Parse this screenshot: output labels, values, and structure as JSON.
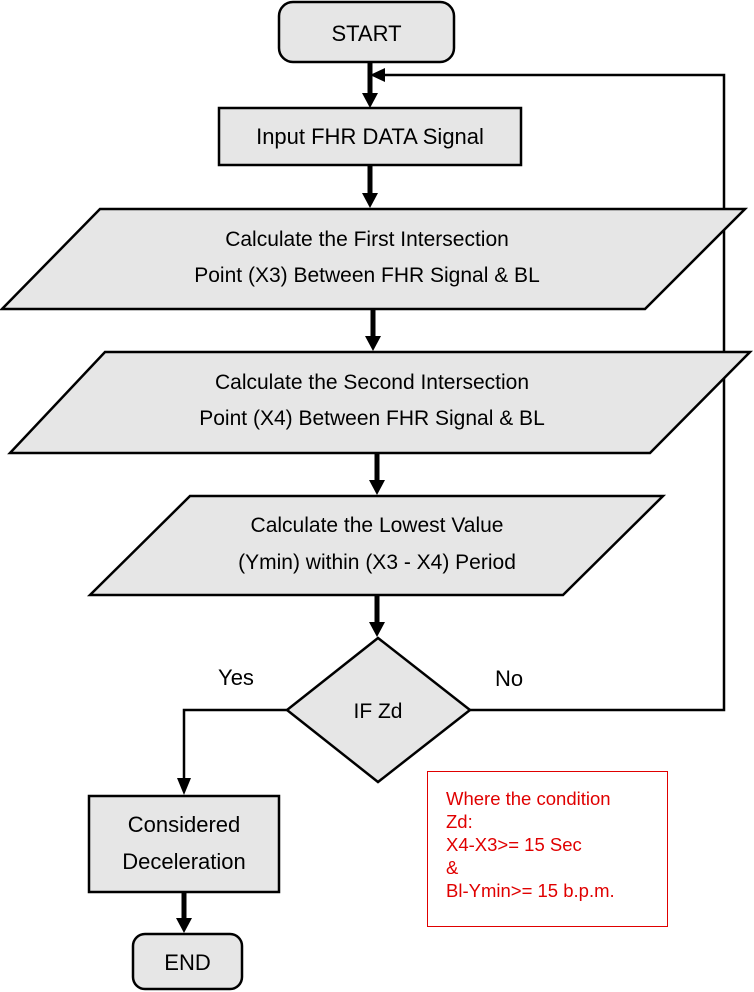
{
  "nodes": {
    "start": "START",
    "input": "Input FHR DATA Signal",
    "first_intersection": [
      "Calculate the First Intersection",
      "Point (X3) Between FHR Signal & BL"
    ],
    "second_intersection": [
      "Calculate the Second Intersection",
      "Point (X4) Between FHR Signal & BL"
    ],
    "lowest_value": [
      "Calculate the Lowest Value",
      "(Ymin) within (X3 - X4) Period"
    ],
    "decision": "IF Zd",
    "considered": [
      "Considered",
      "Deceleration"
    ],
    "end": "END"
  },
  "branches": {
    "yes": "Yes",
    "no": "No"
  },
  "note": {
    "lines": [
      "Where the condition",
      "Zd:",
      "X4-X3>= 15 Sec",
      "&",
      "Bl-Ymin>= 15 b.p.m."
    ],
    "color": "#e00000"
  },
  "colors": {
    "shape_fill": "#e6e6e6",
    "stroke": "#000000"
  }
}
